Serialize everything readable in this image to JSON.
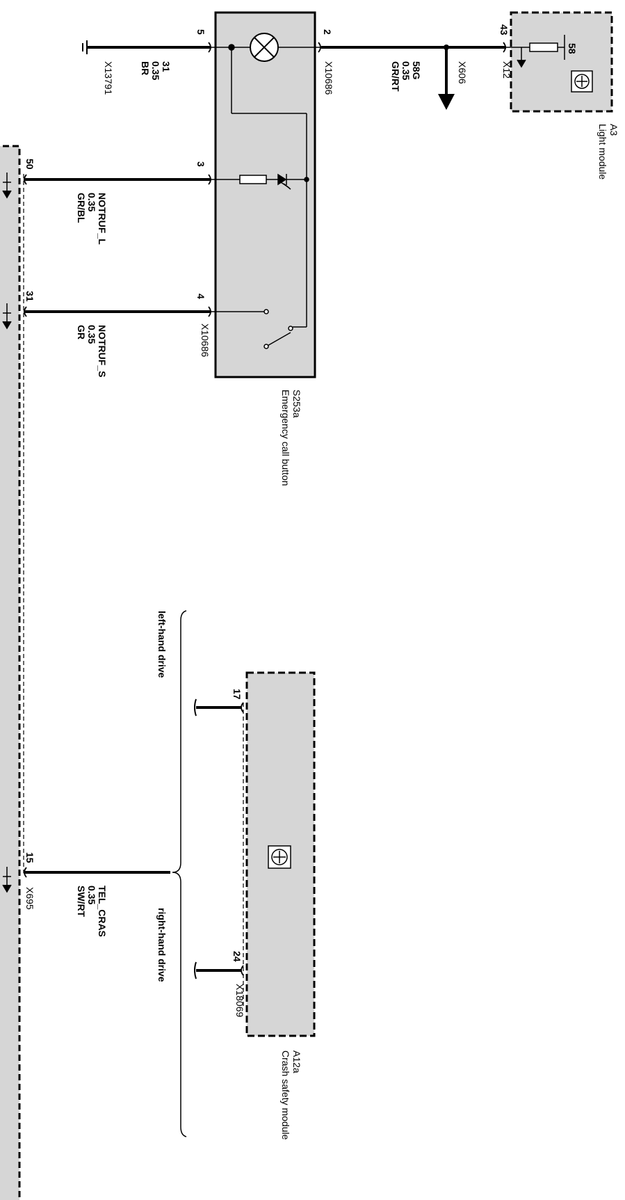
{
  "light_module": {
    "id": "A3",
    "name": "Light module",
    "pin": "43",
    "connector": "X12",
    "internal_label": "58"
  },
  "call_button": {
    "id": "S253a",
    "name": "Emergency call button",
    "pins": [
      "5",
      "2",
      "3",
      "4"
    ],
    "connector_top": "X10686",
    "connector_bottom": "X10686"
  },
  "wires": {
    "ground": {
      "signal": "31",
      "gauge": "0.35",
      "color": "BR",
      "connector": "X13791"
    },
    "lighting": {
      "signal": "58G",
      "gauge": "0.35",
      "color": "GR/RT",
      "connector": "X606"
    },
    "notruf_l": {
      "signal": "NOTRUF_L",
      "gauge": "0.35",
      "color": "GR/BL"
    },
    "notruf_s": {
      "signal": "NOTRUF_S",
      "gauge": "0.35",
      "color": "GR"
    },
    "tel_cras": {
      "signal": "TEL_CRAS",
      "gauge": "0.35",
      "color": "SW/RT"
    }
  },
  "left_module": {
    "pins": [
      "50",
      "31",
      "15"
    ],
    "connector": "X695"
  },
  "crash_module": {
    "id": "A12a",
    "name": "Crash safety module",
    "pins": [
      "17",
      "24"
    ],
    "connector": "X18069"
  },
  "variants": {
    "lhd": "left-hand drive",
    "rhd": "right-hand drive"
  },
  "colors": {
    "line": "#000000",
    "module_fill": "#d6d6d6",
    "inner_fill": "#e8e8e8"
  }
}
